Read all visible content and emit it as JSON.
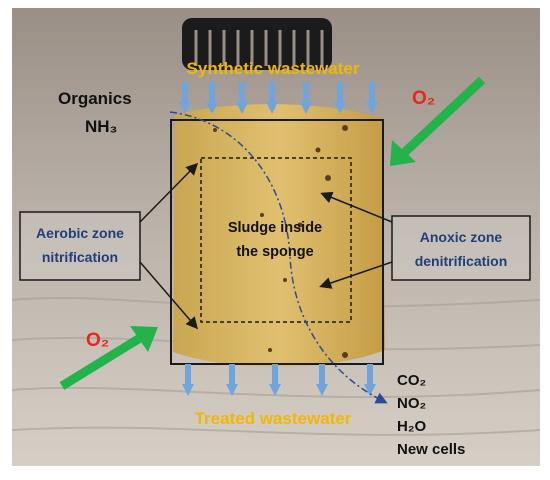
{
  "labels": {
    "synthetic": "Synthetic wastewater",
    "treated": "Treated wastewater",
    "organics": "Organics",
    "nh3": "NH₃",
    "o2_top": "O₂",
    "o2_bottom": "O₂",
    "sludge_line1": "Sludge inside",
    "sludge_line2": "the sponge",
    "aerobic_line1": "Aerobic zone",
    "aerobic_line2": "nitrification",
    "anoxic_line1": "Anoxic zone",
    "anoxic_line2": "denitrification",
    "products": [
      "CO₂",
      "NO₂",
      "H₂O",
      "New cells"
    ]
  },
  "colors": {
    "title_text": "#f2b705",
    "o2_text": "#e8261f",
    "zone_text": "#1f3f7a",
    "flow_arrow": "#6fa5dc",
    "o2_arrow": "#22b34a",
    "frame": "#1a1a1a"
  },
  "icons": {
    "inlet_arrows": "arrow-down-icon",
    "outlet_arrows": "arrow-down-icon",
    "oxygen_arrows": "arrow-diagonal-icon"
  }
}
